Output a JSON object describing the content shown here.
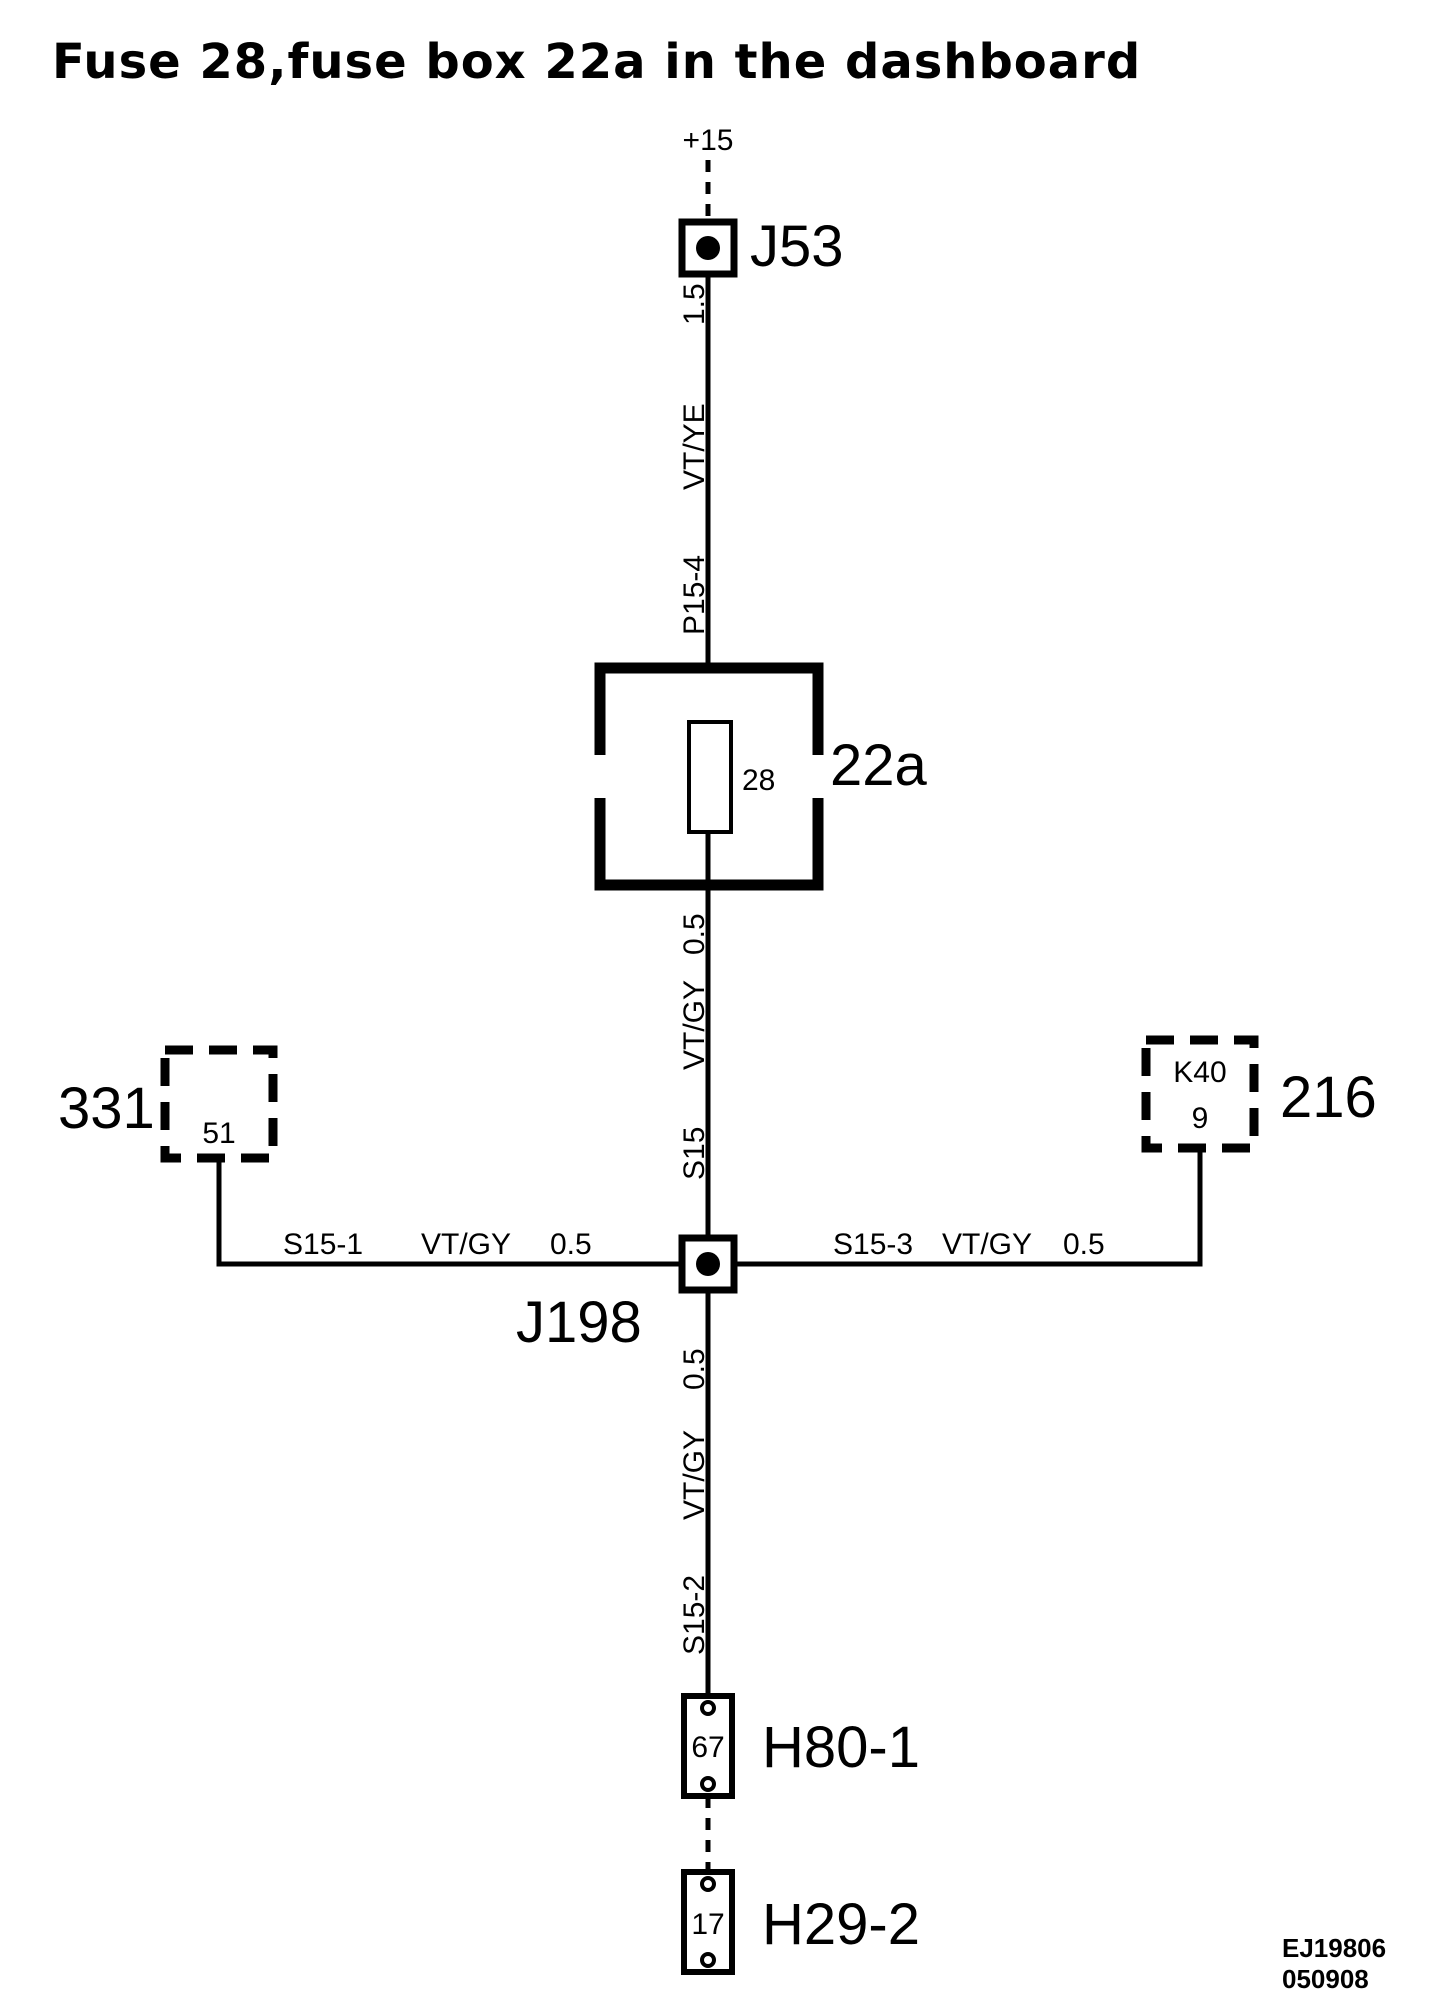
{
  "title": "Fuse 28,fuse box 22a in the dashboard",
  "supply": "+15",
  "connectors": {
    "j53": "J53",
    "j198": "J198",
    "h80": {
      "label": "H80-1",
      "pin": "67"
    },
    "h29": {
      "label": "H29-2",
      "pin": "17"
    }
  },
  "fuse_box": {
    "label": "22a",
    "fuse": "28"
  },
  "components": {
    "c331": {
      "label": "331",
      "pin": "51"
    },
    "c216": {
      "label": "216",
      "name": "K40",
      "pin": "9"
    }
  },
  "wires": {
    "top": {
      "id": "P15-4",
      "color": "VT/YE",
      "size": "1.5"
    },
    "middle": {
      "id": "S15",
      "color": "VT/GY",
      "size": "0.5"
    },
    "left": {
      "id": "S15-1",
      "color": "VT/GY",
      "size": "0.5"
    },
    "right": {
      "id": "S15-3",
      "color": "VT/GY",
      "size": "0.5"
    },
    "bottom": {
      "id": "S15-2",
      "color": "VT/GY",
      "size": "0.5"
    }
  },
  "reference": {
    "code": "EJ19806",
    "date": "050908"
  }
}
